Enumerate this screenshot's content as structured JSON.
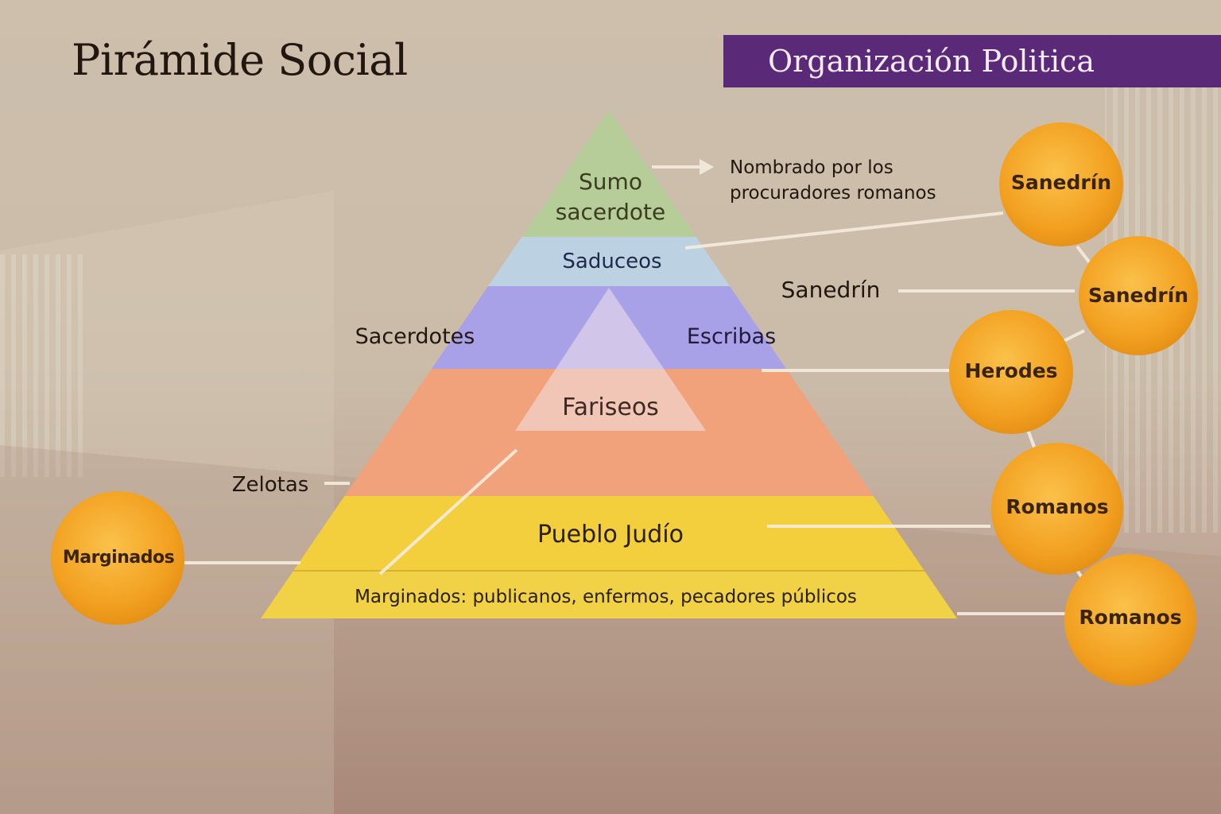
{
  "title": "Pirámide Social",
  "banner": "Organización Politica",
  "pyramid": {
    "apex": [
      "Sumo",
      "sacerdote"
    ],
    "saduceos": "Saduceos",
    "fariseos": "Fariseos",
    "pueblo": "Pueblo Judío",
    "marginados": "Marginados: publicanos, enfermos, pecadores públicos"
  },
  "labels": {
    "nombrado": [
      "Nombrado por los",
      "procuradores romanos"
    ],
    "sacerdotes": "Sacerdotes",
    "escribas": "Escribas",
    "zelotas": "Zelotas",
    "sanedrin": "Sanedrín"
  },
  "circles": {
    "sanedrin_1": "Sanedrín",
    "sanedrin_2": "Sanedrín",
    "herodes": "Herodes",
    "romanos_1": "Romanos",
    "romanos_2": "Romanos",
    "marginados": "Marginados"
  },
  "colors": {
    "apex": "#b6cc99",
    "saduceos": "#bcd2e3",
    "middle": "#a9a1e8",
    "orange": "#f2a27a",
    "pueblo": "#f3cf3e",
    "marginados": "#f1d145",
    "circle": "#f3a31f",
    "banner": "#5a2a78"
  }
}
